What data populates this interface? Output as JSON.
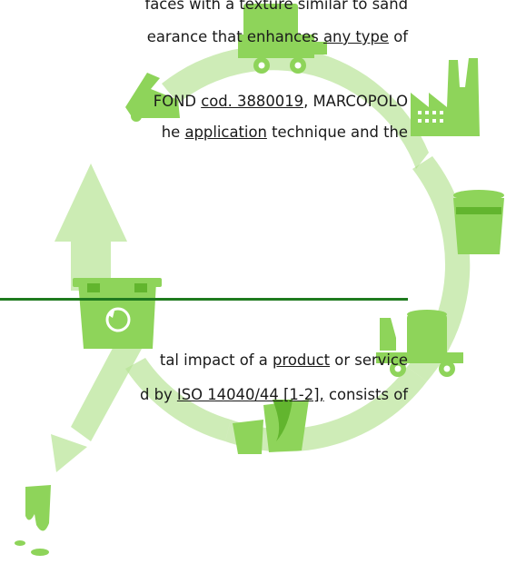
{
  "colors": {
    "illustration_green": "#8ed45a",
    "illustration_dark_green": "#62b52e",
    "rule": "#1f7a1f",
    "text": "#1a1a1a"
  },
  "icons": [
    "recycling-loop-icon",
    "truck-with-paint-cans-icon",
    "factory-icon",
    "paint-bucket-icon",
    "delivery-truck-icon",
    "spilled-paint-cans-icon",
    "recycling-bin-icon",
    "excavator-icon",
    "paint-drip-icon"
  ],
  "text_top": {
    "line1": "faces with a texture similar to sand",
    "line2a": "earance that enhances ",
    "line2b": "any type",
    "line2c": " of",
    "line3a": "FOND ",
    "line3b": "cod. 3880019",
    "line3c": ", MARCOPOLO",
    "line4a": "he ",
    "line4b": "application",
    "line4c": " technique and the"
  },
  "text_bottom": {
    "line1a": "tal impact of a ",
    "line1b": "product",
    "line1c": " or service",
    "line2a": "d by ",
    "line2b": "ISO 14040/44 [1-2],",
    "line2c": " consists of"
  }
}
